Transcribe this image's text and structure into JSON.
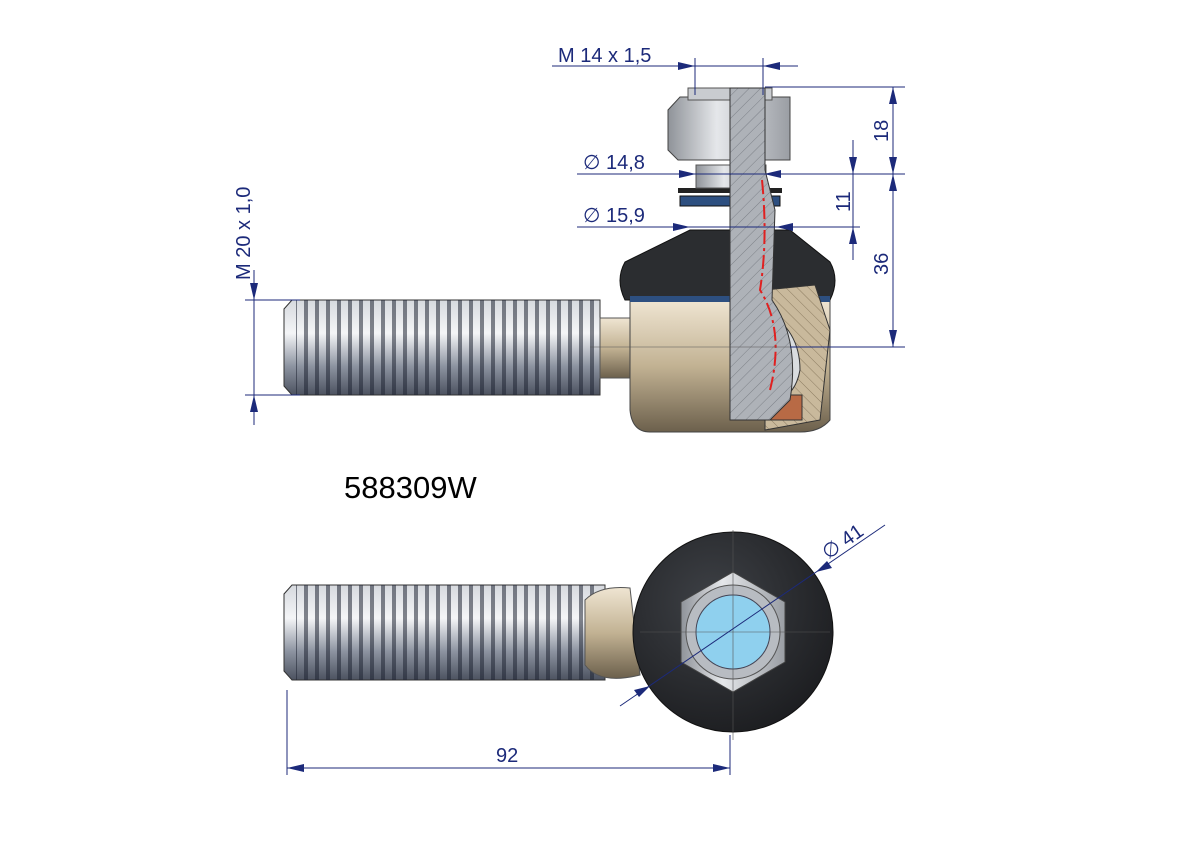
{
  "part_number": "588309W",
  "dimensions": {
    "stud_thread": "M 14  x 1,5",
    "diameter_top": "∅  14,8",
    "diameter_bottom": "∅  15,9",
    "height_nut": "18",
    "height_taper": "11",
    "height_total": "36",
    "shank_thread": "M 20  x 1,0",
    "housing_diameter": "∅  41",
    "length": "92"
  },
  "colors": {
    "dimension": "#1c2a7a",
    "boot": "#2b2d30",
    "housing": "#bfae94",
    "section": "#a9adb3",
    "centerline": "#e02020"
  }
}
